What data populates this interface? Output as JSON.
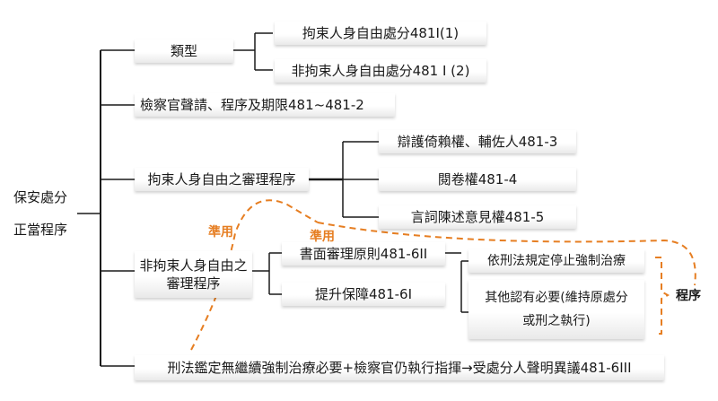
{
  "root": {
    "line1": "保安處分",
    "line2": "正當程序"
  },
  "type_node": {
    "label": "類型",
    "children": [
      "拘束人身自由處分481I(1)",
      "非拘束人身自由處分481 I (2)"
    ]
  },
  "prosecutor_node": {
    "label": "檢察官聲請、程序及期限481~481-2"
  },
  "restrictive_node": {
    "label": "拘束人身自由之審理程序",
    "children": [
      "辯護倚賴權、輔佐人481-3",
      "閱卷權481-4",
      "言詞陳述意見權481-5"
    ]
  },
  "non_restrictive_node": {
    "line1": "非拘束人身自由之",
    "line2": "審理程序",
    "children": [
      "書面審理原則481-6II",
      "提升保障481-6I"
    ]
  },
  "sub_items": {
    "item1": "依刑法規定停止強制治療",
    "item2_line1": "其他認有必要(維持原處分",
    "item2_line2": "或刑之執行)"
  },
  "bracket_label": "程序",
  "apply_labels": [
    "準用",
    "準用"
  ],
  "bottom_node": {
    "label": "刑法鑑定無繼續強制治療必要+檢察官仍執行指揮→受處分人聲明異議481-6III"
  },
  "colors": {
    "line": "#1a1a1a",
    "accent": "#e67e22"
  }
}
